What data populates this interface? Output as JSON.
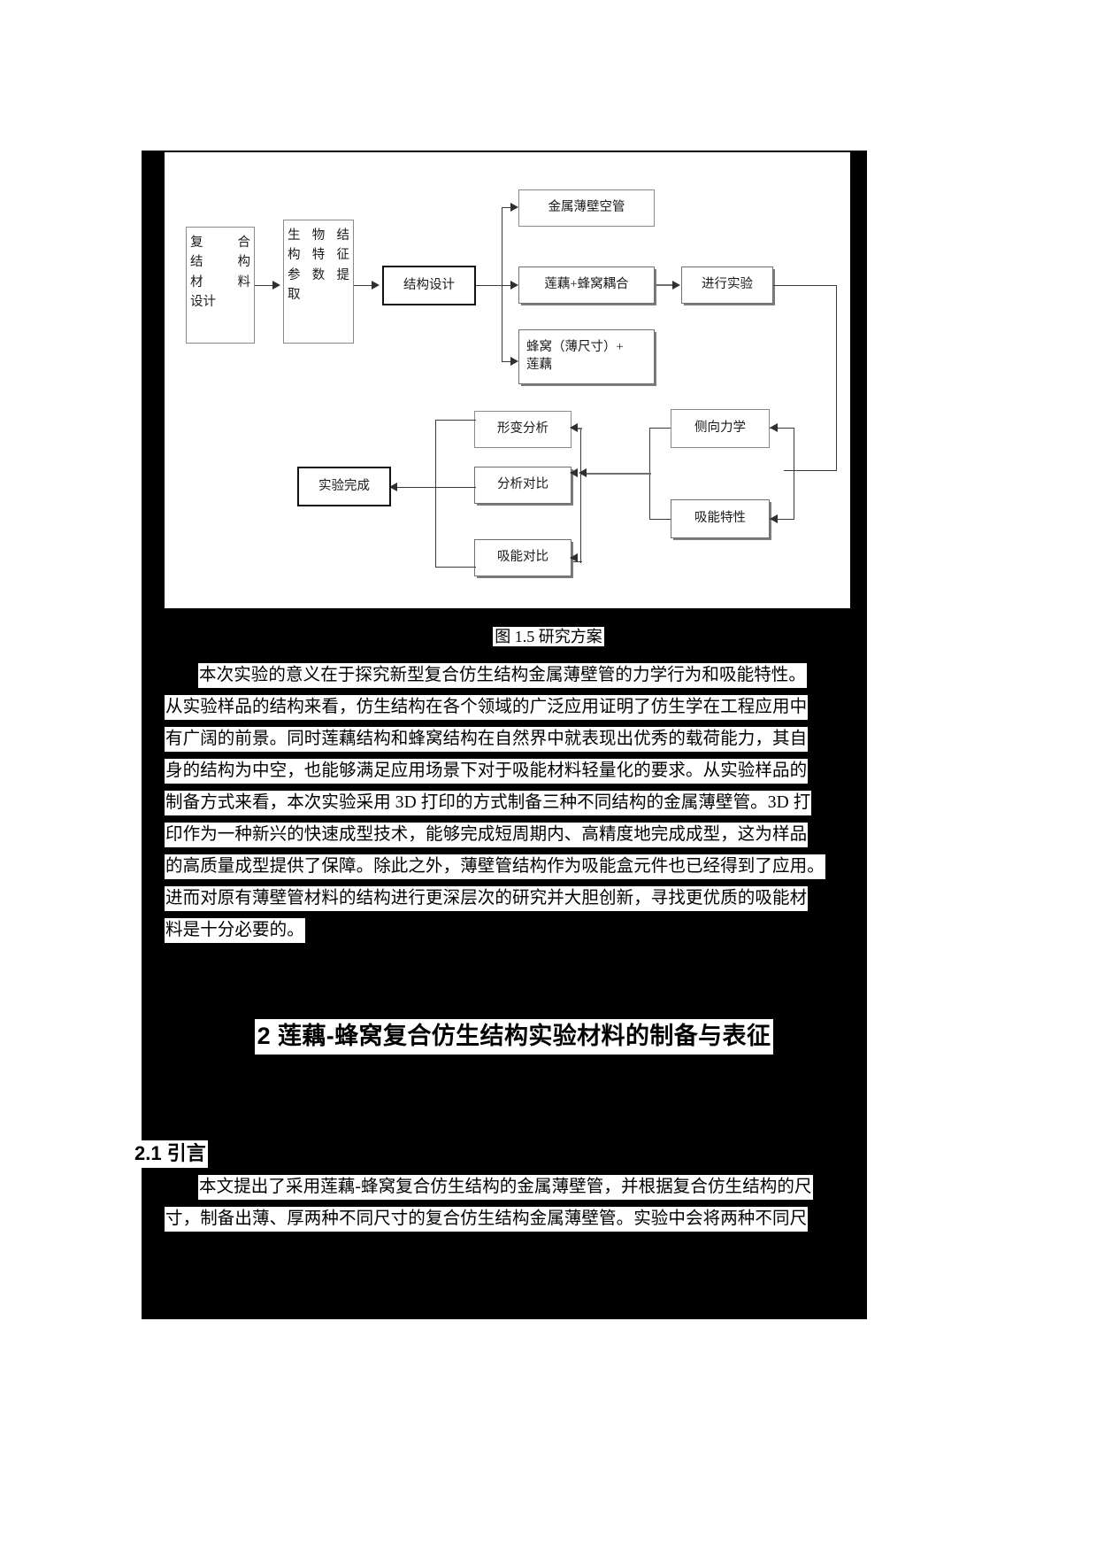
{
  "figure": {
    "caption": "图 1.5 研究方案",
    "nodes": {
      "composite_design": [
        "复 合",
        "结 构",
        "材 料",
        "设计"
      ],
      "bio_param": [
        "生 物 结",
        "构 特 征",
        "参 数 提",
        "取"
      ],
      "structure_design": "结构设计",
      "metal_empty_tube": "金属薄壁空管",
      "lotus_honeycomb": "莲藕+蜂窝耦合",
      "honeycomb_thin": [
        "蜂窝（薄尺寸）+",
        "莲藕"
      ],
      "run_experiment": "进行实验",
      "deform_analysis": "形变分析",
      "analysis_compare": "分析对比",
      "energy_compare": "吸能对比",
      "lateral_mechanics": "侧向力学",
      "energy_absorption": "吸能特性",
      "experiment_done": "实验完成"
    }
  },
  "body": {
    "paragraph1": [
      "本次实验的意义在于探究新型复合仿生结构金属薄壁管的力学行为和吸能特性。",
      "从实验样品的结构来看，仿生结构在各个领域的广泛应用证明了仿生学在工程应用中",
      "有广阔的前景。同时莲藕结构和蜂窝结构在自然界中就表现出优秀的载荷能力，其自",
      "身的结构为中空，也能够满足应用场景下对于吸能材料轻量化的要求。从实验样品的",
      "制备方式来看，本次实验采用 3D 打印的方式制备三种不同结构的金属薄壁管。3D 打",
      "印作为一种新兴的快速成型技术，能够完成短周期内、高精度地完成成型，这为样品",
      "的高质量成型提供了保障。除此之外，薄壁管结构作为吸能盒元件也已经得到了应用。",
      "进而对原有薄壁管材料的结构进行更深层次的研究并大胆创新，寻找更优质的吸能材",
      "料是十分必要的。"
    ],
    "paragraph2": [
      "本文提出了采用莲藕-蜂窝复合仿生结构的金属薄壁管，并根据复合仿生结构的尺",
      "寸，制备出薄、厚两种不同尺寸的复合仿生结构金属薄壁管。实验中会将两种不同尺"
    ]
  },
  "headings": {
    "chapter": "2 莲藕-蜂窝复合仿生结构实验材料的制备与表征",
    "section": "2.1 引言"
  },
  "colors": {
    "page_background": "#000000",
    "text_highlight": "#ffffff",
    "text": "#000000",
    "figure_line": "#3a3a3a",
    "figure_shadow": "#7d7d7d"
  }
}
